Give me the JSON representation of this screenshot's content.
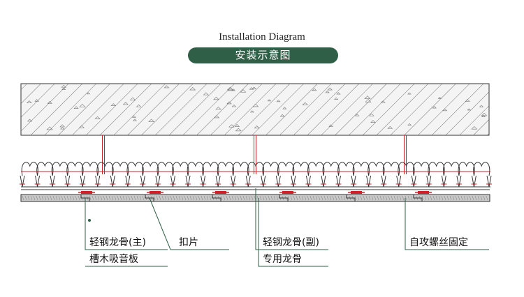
{
  "title_en": "Installation Diagram",
  "title_zh": "安装示意图",
  "labels": {
    "main_keel": "轻钢龙骨(主)",
    "groove_board": "槽木吸音板",
    "clip": "扣片",
    "secondary_keel": "轻钢龙骨(副)",
    "special_keel": "专用龙骨",
    "screw_fix": "自攻螺丝固定"
  },
  "colors": {
    "title_bg": "#2f5f46",
    "hanger_red": "#d0202a",
    "concrete_fill": "#f4f4f4",
    "board_fill": "#c9c9c9"
  }
}
